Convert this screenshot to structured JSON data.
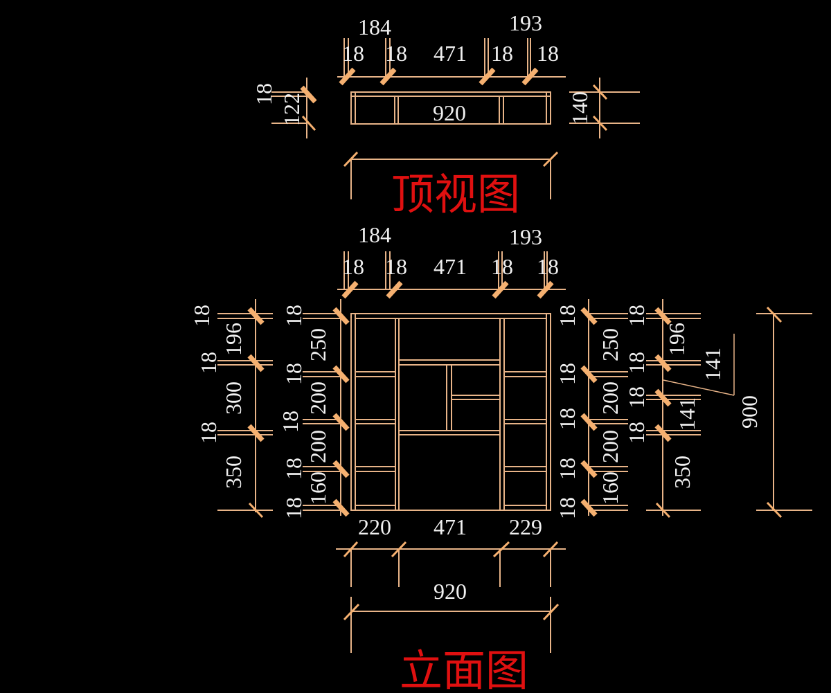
{
  "colors": {
    "background": "#000000",
    "geometry": "#e8b488",
    "tick": "#f5b070",
    "dimension_text": "#f0f0f0",
    "title": "#e01010"
  },
  "top_view": {
    "title": "顶视图",
    "width_overall": "920",
    "depth_overall": "140",
    "depth_panel": "18",
    "depth_inner": "122",
    "top_dims": {
      "group_left": "184",
      "group_right": "193",
      "segments": [
        "18",
        "18",
        "471",
        "18",
        "18"
      ]
    }
  },
  "elevation": {
    "title": "立面图",
    "height_overall": "900",
    "width_overall": "920",
    "bottom_dims": [
      "220",
      "471",
      "229"
    ],
    "top_dims": {
      "group_left": "184",
      "group_right": "193",
      "segments": [
        "18",
        "18",
        "471",
        "18",
        "18"
      ]
    },
    "left_outer": {
      "panels": [
        "18",
        "18",
        "18"
      ],
      "spaces": [
        "196",
        "300",
        "350"
      ]
    },
    "left_inner": {
      "panels": [
        "18",
        "18",
        "18",
        "18",
        "18"
      ],
      "spaces": [
        "250",
        "200",
        "200",
        "160"
      ]
    },
    "right_inner": {
      "panels": [
        "18",
        "18",
        "18",
        "18",
        "18"
      ],
      "spaces": [
        "250",
        "200",
        "200",
        "160"
      ]
    },
    "right_outer": {
      "panels": [
        "18",
        "18",
        "18",
        "18"
      ],
      "spaces": [
        "196",
        "141",
        "141",
        "350"
      ],
      "leader_label": "141"
    }
  }
}
